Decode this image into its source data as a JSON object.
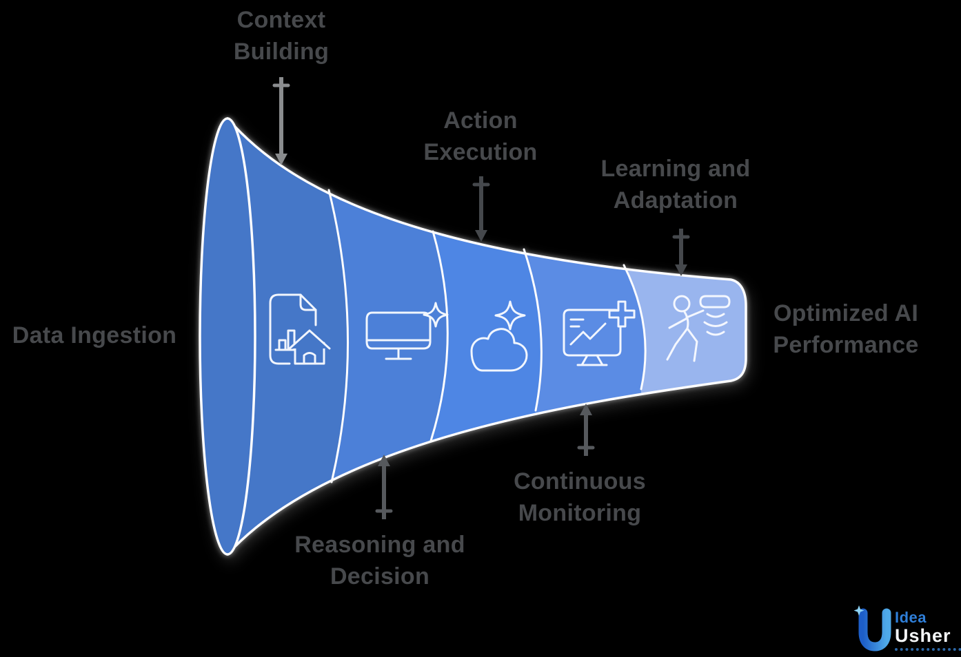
{
  "background_color": "#000000",
  "funnel": {
    "type": "horizontal-funnel-horn",
    "outline_color": "#FDFDFE",
    "stages": [
      {
        "icon": "document-chart-house-icon",
        "color": "#4577C8"
      },
      {
        "icon": "monitor-sparkle-icon",
        "color": "#4C80D8"
      },
      {
        "icon": "cloud-sparkle-icon",
        "color": "#4E86E4"
      },
      {
        "icon": "monitor-health-plus-icon",
        "color": "#5B8CE4"
      },
      {
        "icon": "person-motion-icon",
        "color": "#99B5EE"
      }
    ]
  },
  "labels": {
    "context_building": {
      "line1": "Context",
      "line2": "Building"
    },
    "action_execution": {
      "line1": "Action",
      "line2": "Execution"
    },
    "learning_adaptation": {
      "line1": "Learning and",
      "line2": "Adaptation"
    },
    "data_ingestion": {
      "line1": "Data Ingestion"
    },
    "optimized_performance": {
      "line1": "Optimized AI",
      "line2": "Performance"
    },
    "reasoning_decision": {
      "line1": "Reasoning and",
      "line2": "Decision"
    },
    "continuous_monitoring": {
      "line1": "Continuous",
      "line2": "Monitoring"
    }
  },
  "colors": {
    "label_text": "#47494C",
    "arrow_light": "#8A8C8E",
    "arrow_dark": "#45484C",
    "arrow_mid": "#56595D",
    "icon_stroke": "#F7FAFF",
    "logo_blue": "#2F7FD9",
    "logo_u_gradient_start": "#1D5EC8",
    "logo_u_gradient_end": "#4FA9E9"
  },
  "logo": {
    "icon": "idea-usher-u-icon",
    "word1": "Idea",
    "word2": "Usher"
  }
}
